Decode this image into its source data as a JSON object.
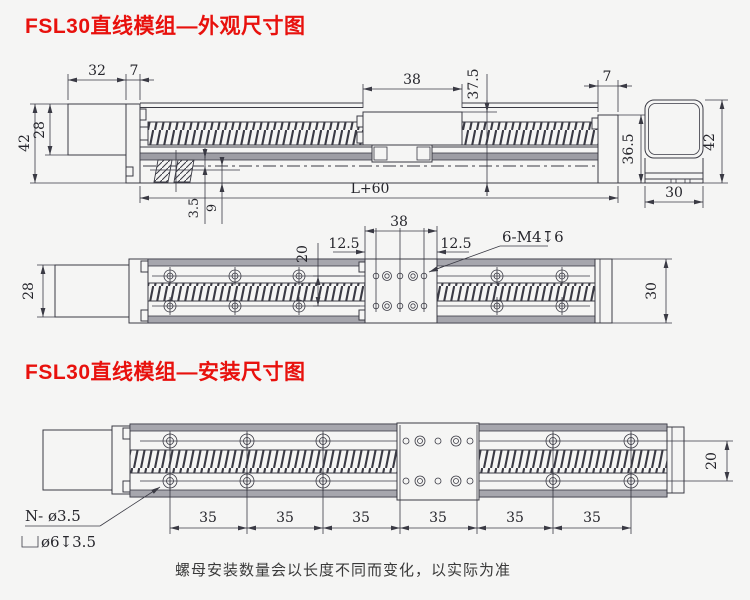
{
  "titles": {
    "outline": "FSL30直线模组—外观尺寸图",
    "install": "FSL30直线模组—安装尺寸图"
  },
  "note": "螺母安装数量会以长度不同而变化，以实际为准",
  "colors": {
    "title_red": "#e8110d",
    "line": "#3a3a44",
    "background": "#f5f5f4",
    "rail_strip": "#9d9da4"
  },
  "side_view": {
    "dim_32": "32",
    "dim_7_motor": "7",
    "dim_38": "38",
    "dim_37_5": "37.5",
    "dim_7_end": "7",
    "dim_42": "42",
    "dim_28": "28",
    "dim_36_5": "36.5",
    "dim_length": "L+60",
    "dim_3_5": "3.5",
    "dim_9": "9"
  },
  "end_view": {
    "dim_42": "42",
    "dim_30": "30"
  },
  "plan_view": {
    "dim_38": "38",
    "dim_12_5_left": "12.5",
    "dim_12_5_right": "12.5",
    "dim_20": "20",
    "dim_28": "28",
    "dim_30": "30",
    "callout_tap": "6-M4↧6"
  },
  "install_view": {
    "dim_pitch": [
      "35",
      "35",
      "35",
      "35",
      "35",
      "35"
    ],
    "dim_20": "20",
    "callout_holes": "N- ø3.5",
    "callout_cbore": "ø6↧3.5"
  }
}
